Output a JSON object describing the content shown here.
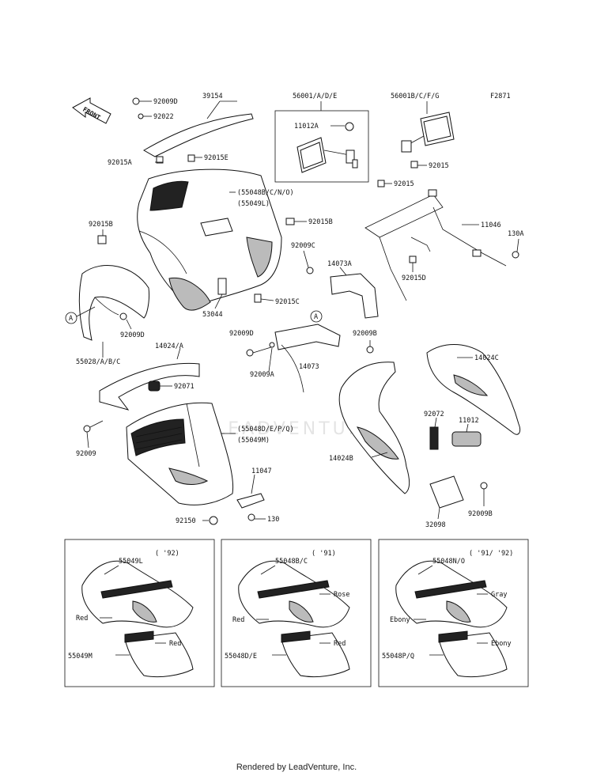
{
  "diagram_id": "F2871",
  "front_label": "FRONT",
  "watermark_text": "LEADVENTURE",
  "footer": "Rendered by LeadVenture, Inc.",
  "callouts": {
    "c_92009D_top": "92009D",
    "c_39154": "39154",
    "c_92022": "92022",
    "c_92015A": "92015A",
    "c_92015E": "92015E",
    "c_56001ADE": "56001/A/D/E",
    "c_11012A": "11012A",
    "c_56001BCFG": "56001B/C/F/G",
    "c_92015_mirror": "92015",
    "c_92015_bracket": "92015",
    "c_55048BCNO": "(55048B/C/N/O)",
    "c_55049L_top": "(55049L)",
    "c_92015B_right": "92015B",
    "c_11046": "11046",
    "c_130A": "130A",
    "c_92015B_left": "92015B",
    "c_92009C": "92009C",
    "c_14073A": "14073A",
    "c_92015D": "92015D",
    "c_92015C": "92015C",
    "c_53044": "53044",
    "c_92009D_left": "92009D",
    "c_92009D_mid": "92009D",
    "c_92009B_mid": "92009B",
    "c_55028ABC": "55028/A/B/C",
    "c_14024A": "14024/A",
    "c_92009A": "92009A",
    "c_14073": "14073",
    "c_14024C": "14024C",
    "c_92071": "92071",
    "c_55048DEPQ": "(55048D/E/P/Q)",
    "c_55049M_top": "(55049M)",
    "c_92072": "92072",
    "c_11012": "11012",
    "c_92009": "92009",
    "c_14024B": "14024B",
    "c_11047": "11047",
    "c_92150": "92150",
    "c_130": "130",
    "c_32098": "32098",
    "c_92009B_bot": "92009B",
    "marker_a": "A"
  },
  "variants": [
    {
      "year": "( '92)",
      "upper_part": "55049L",
      "lower_part": "55049M",
      "labels": [
        {
          "text": "Red"
        },
        {
          "text": "Red"
        }
      ]
    },
    {
      "year": "( '91)",
      "upper_part": "55048B/C",
      "lower_part": "55048D/E",
      "labels": [
        {
          "text": "Rose"
        },
        {
          "text": "Red"
        },
        {
          "text": "Red"
        }
      ]
    },
    {
      "year": "( '91/ '92)",
      "upper_part": "55048N/O",
      "lower_part": "55048P/Q",
      "labels": [
        {
          "text": "Gray"
        },
        {
          "text": "Ebony"
        },
        {
          "text": "Ebony"
        }
      ]
    }
  ]
}
